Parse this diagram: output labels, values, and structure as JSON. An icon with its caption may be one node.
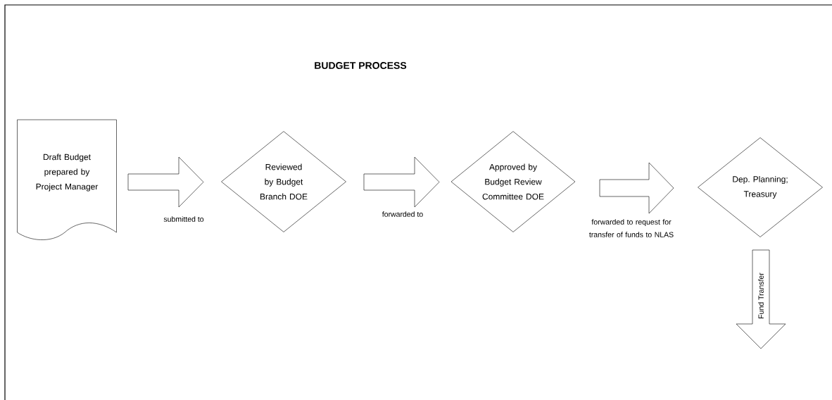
{
  "diagram": {
    "title": "BUDGET PROCESS",
    "nodes": [
      {
        "text": [
          "Draft Budget prepared by Project Manager"
        ]
      },
      {
        "text": [
          "Reviewed by Budget Branch DOE"
        ]
      },
      {
        "text": [
          "Approved by Budget Review Committee DOE"
        ]
      },
      {
        "text": [
          "Dep. Planning; Treasury"
        ]
      }
    ],
    "edges": [
      {
        "from": 0,
        "to": 1,
        "arrow": "to",
        "label": "submitted to"
      },
      {
        "from": 1,
        "to": 2,
        "arrow": "to",
        "label": "forwarded to"
      },
      {
        "from": 2,
        "to": 3,
        "arrow": "to",
        "label": "forwarded to request for transfer of funds to NLAS"
      },
      {
        "from": 3,
        "to": null,
        "arrow": "to",
        "label": "Fund Transfer"
      }
    ]
  }
}
